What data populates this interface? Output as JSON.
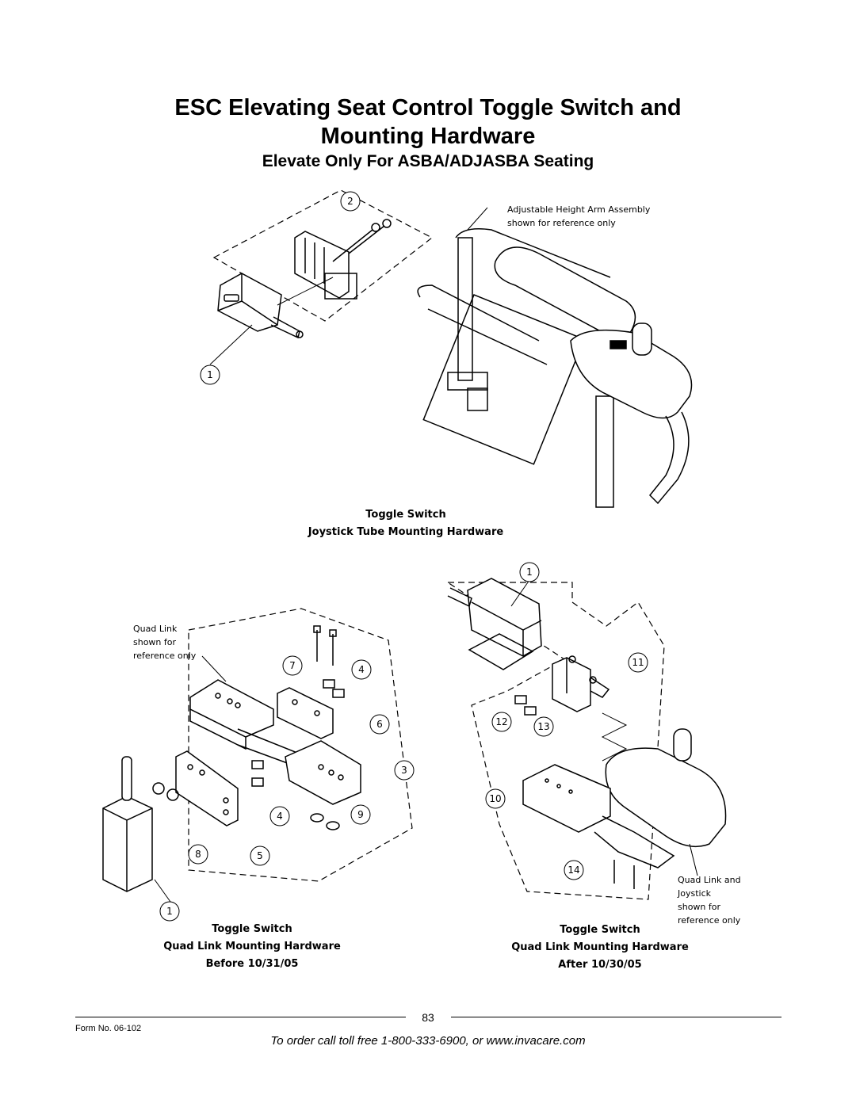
{
  "title_line1": "ESC Elevating Seat Control Toggle Switch and",
  "title_line2": "Mounting Hardware",
  "subtitle": "Elevate Only For ASBA/ADJASBA Seating",
  "figure1": {
    "note": "Adjustable Height Arm Assembly shown for reference only",
    "note_line1": "Adjustable Height Arm Assembly",
    "note_line2": "shown for reference only",
    "callouts": [
      "2",
      "1"
    ],
    "caption_line1": "Toggle Switch",
    "caption_line2": "Joystick Tube Mounting Hardware"
  },
  "figure2": {
    "note_line1": "Quad Link",
    "note_line2": "shown for",
    "note_line3": "reference only",
    "callouts": [
      "7",
      "4",
      "6",
      "3",
      "4",
      "9",
      "8",
      "5",
      "1"
    ],
    "caption_line1": "Toggle Switch",
    "caption_line2": "Quad Link Mounting Hardware",
    "caption_line3": "Before 10/31/05"
  },
  "figure3": {
    "note_line1": "Quad Link and",
    "note_line2": "Joystick",
    "note_line3": "shown for",
    "note_line4": "reference only",
    "callouts": [
      "1",
      "11",
      "12",
      "13",
      "10",
      "14"
    ],
    "caption_line1": "Toggle Switch",
    "caption_line2": "Quad Link Mounting Hardware",
    "caption_line3": "After 10/30/05"
  },
  "footer": {
    "page_number": "83",
    "form_no": "Form No.  06-102",
    "order_line": "To order call toll free 1-800-333-6900, or www.invacare.com"
  }
}
